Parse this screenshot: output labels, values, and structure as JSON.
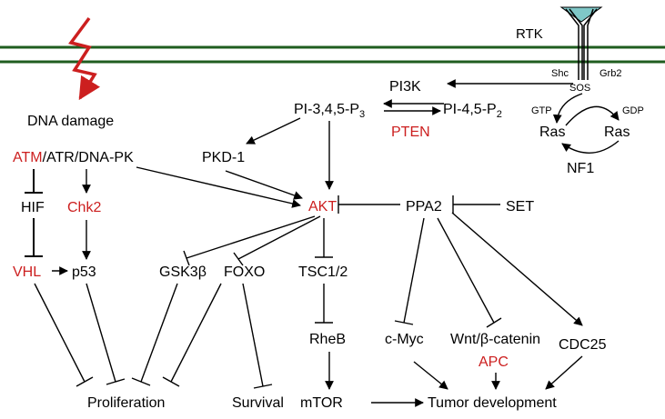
{
  "colors": {
    "membrane": "#1f5d1f",
    "highlight": "#cc1f1f",
    "receptor_cap": "#7fc8c8",
    "text": "#000000"
  },
  "icons": {
    "damage": "lightning-bolt-icon",
    "receptor": "rtk-receptor-icon"
  },
  "membrane": {
    "receptor_label": "RTK"
  },
  "adaptors": {
    "shc": "Shc",
    "grb2": "Grb2",
    "sos": "SOS"
  },
  "ras_cycle": {
    "gtp": "GTP",
    "gdp": "GDP",
    "ras_left": "Ras",
    "ras_right": "Ras",
    "nf1": "NF1"
  },
  "nodes": {
    "dna_damage": "DNA damage",
    "atm": "ATM",
    "atr_dnapk": "/ATR/DNA-PK",
    "hif": "HIF",
    "chk2": "Chk2",
    "vhl": "VHL",
    "p53": "p53",
    "pi3k": "PI3K",
    "pip3_base": "PI-3,4,5-P",
    "pip3_sub": "3",
    "pip2_base": "PI-4,5-P",
    "pip2_sub": "2",
    "pten": "PTEN",
    "pkd1": "PKD-1",
    "akt": "AKT",
    "ppa2": "PPA2",
    "set": "SET",
    "gsk3b": "GSK3β",
    "foxo": "FOXO",
    "tsc": "TSC1/2",
    "rheb": "RheB",
    "mtor": "mTOR",
    "cmyc": "c-Myc",
    "wnt": "Wnt/β-catenin",
    "apc": "APC",
    "cdc25": "CDC25",
    "proliferation": "Proliferation",
    "survival": "Survival",
    "tumor": "Tumor development"
  }
}
